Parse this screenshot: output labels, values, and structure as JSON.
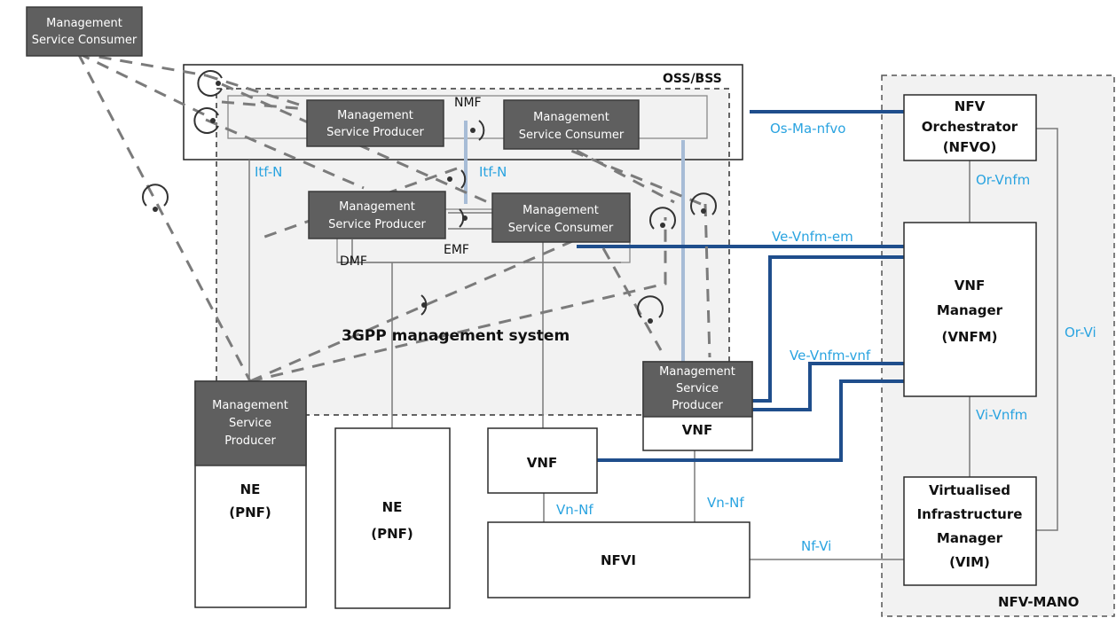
{
  "labels": {
    "msc_top_left": [
      "Management",
      "Service Consumer"
    ],
    "oss_bss": "OSS/BSS",
    "nmf": "NMF",
    "msp_nmf": [
      "Management",
      "Service Producer"
    ],
    "msc_nmf": [
      "Management",
      "Service Consumer"
    ],
    "msp_dmf": [
      "Management",
      "Service Producer"
    ],
    "msc_emf": [
      "Management",
      "Service Consumer"
    ],
    "dmf": "DMF",
    "emf": "EMF",
    "itf_n_left": "Itf-N",
    "itf_n_mid": "Itf-N",
    "mgmt_system": "3GPP management system",
    "msp_pnf": [
      "Management",
      "Service",
      "Producer"
    ],
    "ne_pnf_1": [
      "NE",
      "(PNF)"
    ],
    "ne_pnf_2": [
      "NE",
      "(PNF)"
    ],
    "vnf_small": "VNF",
    "msp_vnf": [
      "Management",
      "Service",
      "Producer"
    ],
    "vnf_under_msp": "VNF",
    "nfvi": "NFVI",
    "nfvo": [
      "NFV",
      "Orchestrator",
      "(NFVO)"
    ],
    "vnfm": [
      "VNF",
      "Manager",
      "(VNFM)"
    ],
    "vim": [
      "Virtualised",
      "Infrastructure",
      "Manager",
      "(VIM)"
    ],
    "nfv_mano": "NFV-MANO",
    "ref_os_ma_nfvo": "Os-Ma-nfvo",
    "ref_or_vnfm": "Or-Vnfm",
    "ref_ve_vnfm_em": "Ve-Vnfm-em",
    "ref_ve_vnfm_vnf": "Ve-Vnfm-vnf",
    "ref_or_vi": "Or-Vi",
    "ref_vi_vnfm": "Vi-Vnfm",
    "ref_vn_nf_left": "Vn-Nf",
    "ref_vn_nf_right": "Vn-Nf",
    "ref_nf_vi": "Nf-Vi"
  },
  "colors": {
    "reference_point_text": "#29a3e0",
    "navy_link": "#1f4e8c",
    "light_blue_link": "#a7bcd6",
    "producer_consumer_box": "#5f5f5f",
    "management_system_area": "#f2f2f2"
  }
}
